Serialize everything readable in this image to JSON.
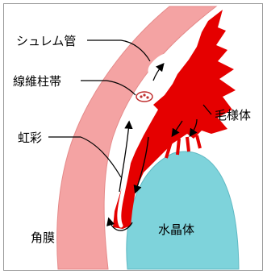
{
  "labels": {
    "schlemm_canal": "シュレム管",
    "zonule": "線維柱帯",
    "iris": "虹彩",
    "ciliary_body": "毛様体",
    "cornea": "角膜",
    "lens": "水晶体"
  },
  "colors": {
    "cornea_fill": "#f4a3a3",
    "cornea_outline": "#e58a8a",
    "iris_fill": "#e50000",
    "lens_fill": "#7ed3db",
    "frame": "#9a9a9a"
  }
}
